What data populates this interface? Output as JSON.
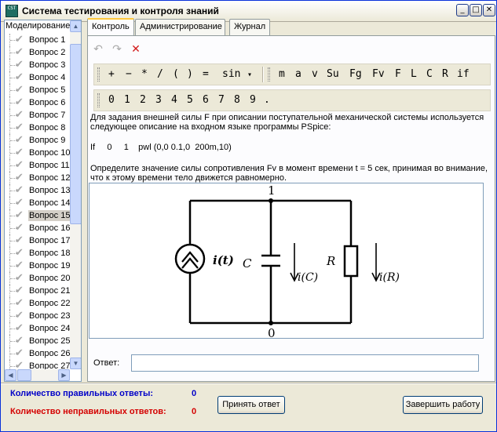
{
  "window": {
    "title": "Система тестирования и контроля знаний",
    "icon_text": "CST",
    "minimize": "_",
    "maximize": "□",
    "close": "✕"
  },
  "tree": {
    "root_label": "Моделирование",
    "check_glyph": "✔",
    "items": [
      "Вопрос 1",
      "Вопрос 2",
      "Вопрос 3",
      "Вопрос 4",
      "Вопрос 5",
      "Вопрос 6",
      "Вопрос 7",
      "Вопрос 8",
      "Вопрос 9",
      "Вопрос 10",
      "Вопрос 11",
      "Вопрос 12",
      "Вопрос 13",
      "Вопрос 14",
      "Вопрос 15",
      "Вопрос 16",
      "Вопрос 17",
      "Вопрос 18",
      "Вопрос 19",
      "Вопрос 20",
      "Вопрос 21",
      "Вопрос 22",
      "Вопрос 23",
      "Вопрос 24",
      "Вопрос 25",
      "Вопрос 26",
      "Вопрос 27"
    ],
    "selected_index": 14
  },
  "tabs": [
    "Контроль",
    "Администрирование",
    "Журнал"
  ],
  "toolbar": {
    "undo": "↶",
    "redo": "↷",
    "delete": "✕"
  },
  "operators": [
    "+",
    "−",
    "*",
    "/",
    "(",
    ")",
    "=",
    "sin"
  ],
  "dropdown_arrow": "▾",
  "variables": [
    "m",
    "a",
    "v",
    "Su",
    "Fg",
    "Fv",
    "F",
    "L",
    "C",
    "R",
    "if"
  ],
  "digits": [
    "0",
    "1",
    "2",
    "3",
    "4",
    "5",
    "6",
    "7",
    "8",
    "9",
    "."
  ],
  "question": {
    "line1": "Для задания внешней силы F при описании поступательной механической системы используется",
    "line2": "следующее описание на входном языке программы PSpice:",
    "code": "If     0     1    pwl (0,0 0.1,0  200m,10)",
    "line3": "Определите значение силы сопротивления Fv в момент времени t = 5 сек, принимая во внимание,",
    "line4": "что к этому времени тело движется равномерно."
  },
  "circuit": {
    "node_top": "1",
    "node_bottom": "0",
    "source_label": "i(t)",
    "cap_label": "C",
    "res_label": "R",
    "cap_current": "i(C)",
    "res_current": "i(R)"
  },
  "answer": {
    "label": "Ответ:",
    "value": ""
  },
  "stats": {
    "correct_label": "Количество правильных ответы:",
    "correct_value": "0",
    "wrong_label": "Количество неправильных ответов:",
    "wrong_value": "0",
    "correct_color": "#0000c8",
    "wrong_color": "#d40000"
  },
  "buttons": {
    "submit": "Принять ответ",
    "finish": "Завершить работу"
  }
}
